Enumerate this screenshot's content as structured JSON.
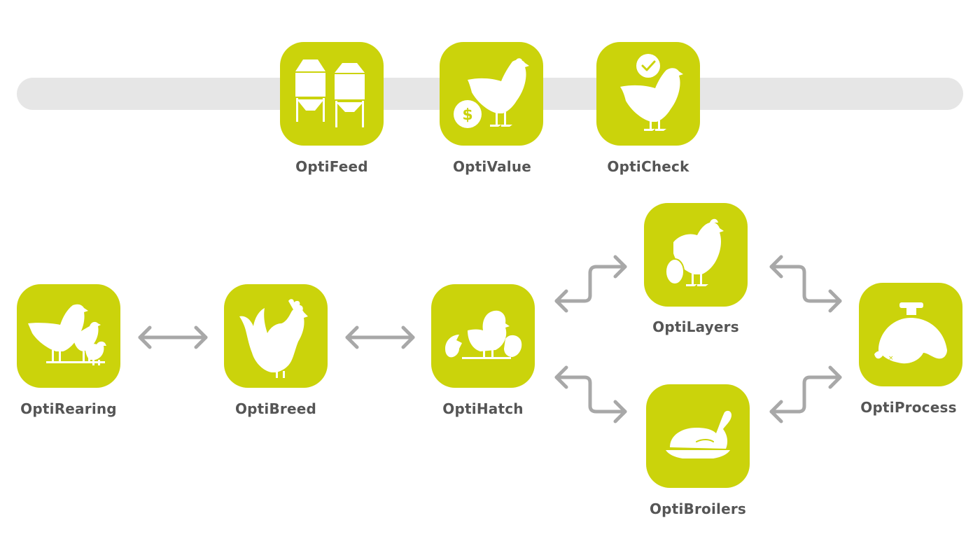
{
  "theme": {
    "tile_color": "#cbd30b",
    "icon_color": "#ffffff",
    "label_color": "#555555",
    "arrow_color": "#a8a8a8",
    "bar_color": "#e6e6e6"
  },
  "modules": {
    "optifeed": {
      "label": "OptiFeed",
      "icon": "feed-silos-icon"
    },
    "optivalue": {
      "label": "OptiValue",
      "icon": "hen-dollar-icon"
    },
    "opticheck": {
      "label": "OptiCheck",
      "icon": "hen-check-icon"
    },
    "optirearing": {
      "label": "OptiRearing",
      "icon": "hen-chicks-icon"
    },
    "optibreed": {
      "label": "OptiBreed",
      "icon": "rooster-icon"
    },
    "optihatch": {
      "label": "OptiHatch",
      "icon": "hatching-chick-icon"
    },
    "optilayers": {
      "label": "OptiLayers",
      "icon": "hen-egg-icon"
    },
    "optibroilers": {
      "label": "OptiBroilers",
      "icon": "roast-chicken-icon"
    },
    "optiprocess": {
      "label": "OptiProcess",
      "icon": "processing-hook-icon"
    }
  }
}
